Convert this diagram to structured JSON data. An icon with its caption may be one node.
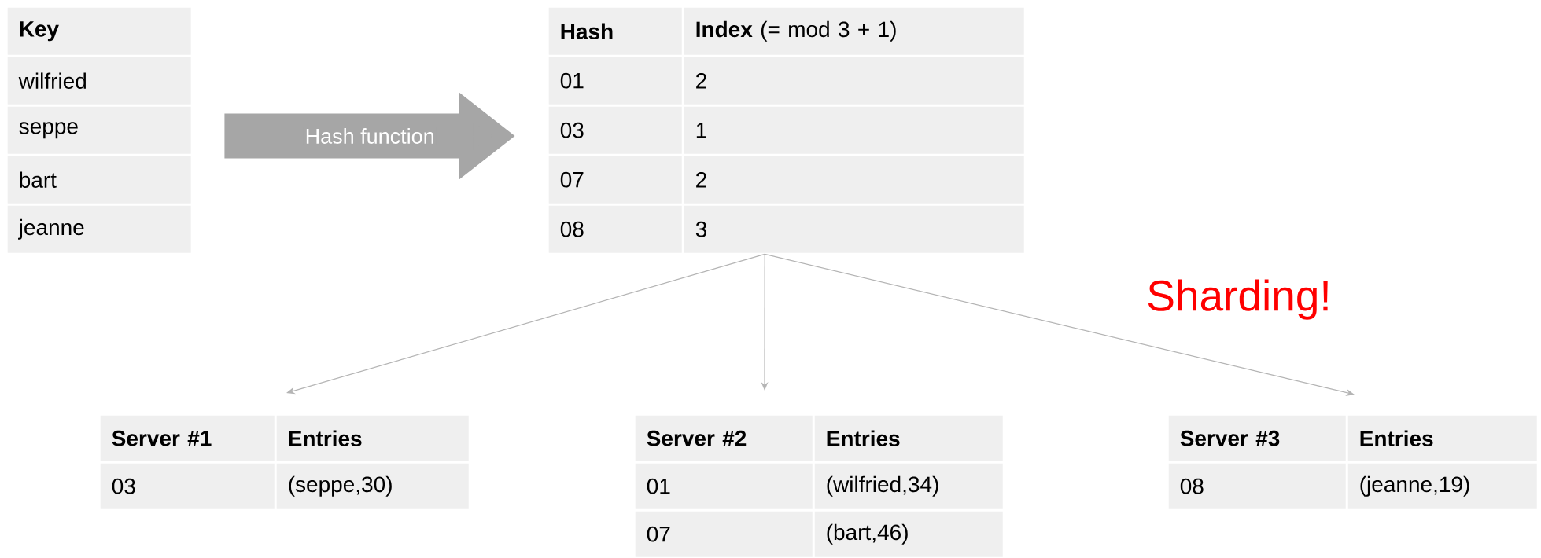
{
  "diagram": {
    "nodes": [
      {
        "text": [
          "Key",
          "wilfried",
          "seppe",
          "bart",
          "jeanne"
        ]
      },
      {
        "text": [
          "Hash",
          "**Index** (= mod 3 + 1)",
          "01",
          "2",
          "03",
          "1",
          "07",
          "2",
          "08",
          "3"
        ]
      },
      {
        "text": [
          "Server #1",
          "Entries",
          "03",
          "(seppe,30)"
        ]
      },
      {
        "text": [
          "Server #2",
          "Entries",
          "01",
          "(wilfried,34)",
          "07",
          "(bart,46)"
        ]
      },
      {
        "text": [
          "Server #3",
          "Entries",
          "08",
          "(jeanne,19)"
        ]
      }
    ],
    "edges": [
      {
        "from": 0,
        "to": 1,
        "arrow": "to",
        "label": "Hash function",
        "style": "thick"
      },
      {
        "from": 1,
        "to": 2,
        "arrow": "to"
      },
      {
        "from": 1,
        "to": 3,
        "arrow": "to"
      },
      {
        "from": 1,
        "to": 4,
        "arrow": "to"
      }
    ],
    "labels": [
      "Sharding!"
    ]
  }
}
